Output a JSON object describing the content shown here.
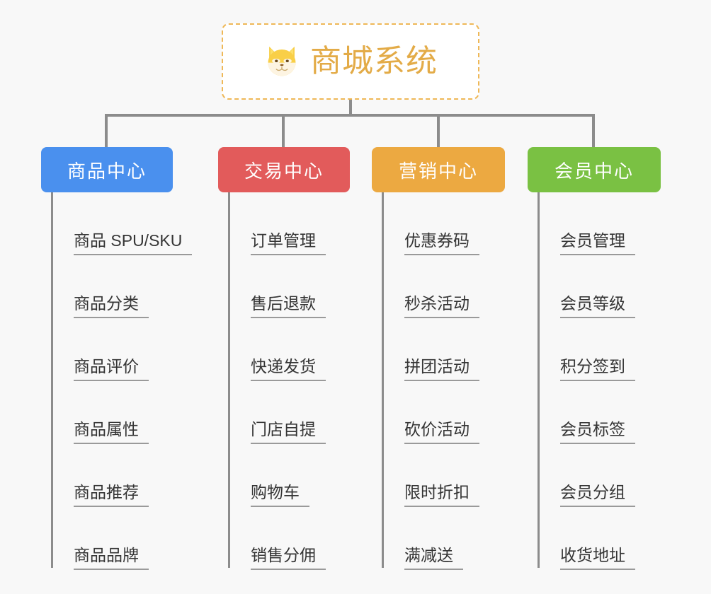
{
  "page": {
    "background_color": "#f8f8f8",
    "diagram_type": "org-chart-mindmap"
  },
  "root": {
    "title": "商城系统",
    "icon": "shiba-dog-face-icon",
    "title_color": "#e3ab47",
    "border_color": "#efb857",
    "background_color": "#ffffff"
  },
  "connector_color": "#8c8c8c",
  "columns": [
    {
      "id": "product-center",
      "label": "商品中心",
      "color": "#4a90ee",
      "color_name": "blue",
      "items": [
        "商品 SPU/SKU",
        "商品分类",
        "商品评价",
        "商品属性",
        "商品推荐",
        "商品品牌"
      ]
    },
    {
      "id": "trade-center",
      "label": "交易中心",
      "color": "#e25b5b",
      "color_name": "red",
      "items": [
        "订单管理",
        "售后退款",
        "快递发货",
        "门店自提",
        "购物车",
        "销售分佣"
      ]
    },
    {
      "id": "marketing-center",
      "label": "营销中心",
      "color": "#eca941",
      "color_name": "orange",
      "items": [
        "优惠券码",
        "秒杀活动",
        "拼团活动",
        "砍价活动",
        "限时折扣",
        "满减送"
      ]
    },
    {
      "id": "member-center",
      "label": "会员中心",
      "color": "#7ac143",
      "color_name": "green",
      "items": [
        "会员管理",
        "会员等级",
        "积分签到",
        "会员标签",
        "会员分组",
        "收货地址"
      ]
    }
  ]
}
